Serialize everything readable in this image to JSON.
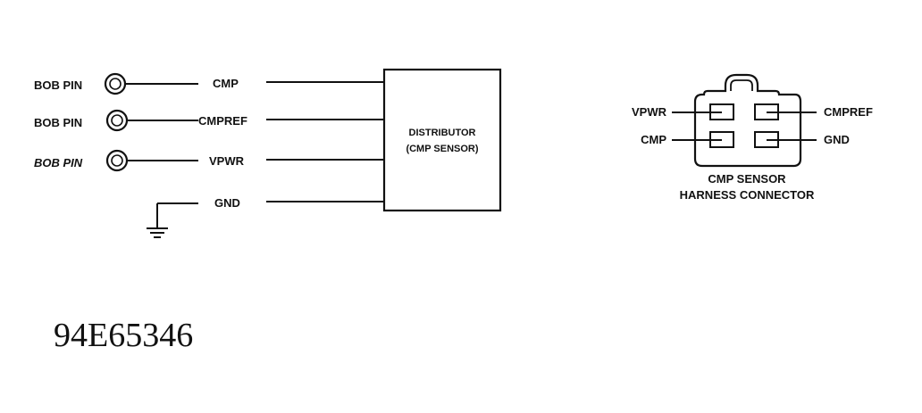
{
  "schematic": {
    "rows": [
      {
        "pin_label": "BOB PIN",
        "signal": "CMP"
      },
      {
        "pin_label": "BOB PIN",
        "signal": "CMPREF"
      },
      {
        "pin_label": "BOB PIN",
        "signal": "VPWR"
      }
    ],
    "ground_signal": "GND",
    "distributor": {
      "line1": "DISTRIBUTOR",
      "line2": "(CMP SENSOR)"
    }
  },
  "connector": {
    "left_top": "VPWR",
    "left_bottom": "CMP",
    "right_top": "CMPREF",
    "right_bottom": "GND",
    "caption_line1": "CMP SENSOR",
    "caption_line2": "HARNESS CONNECTOR"
  },
  "figure_id": "94E65346",
  "colors": {
    "ink": "#111111",
    "background": "#ffffff"
  }
}
